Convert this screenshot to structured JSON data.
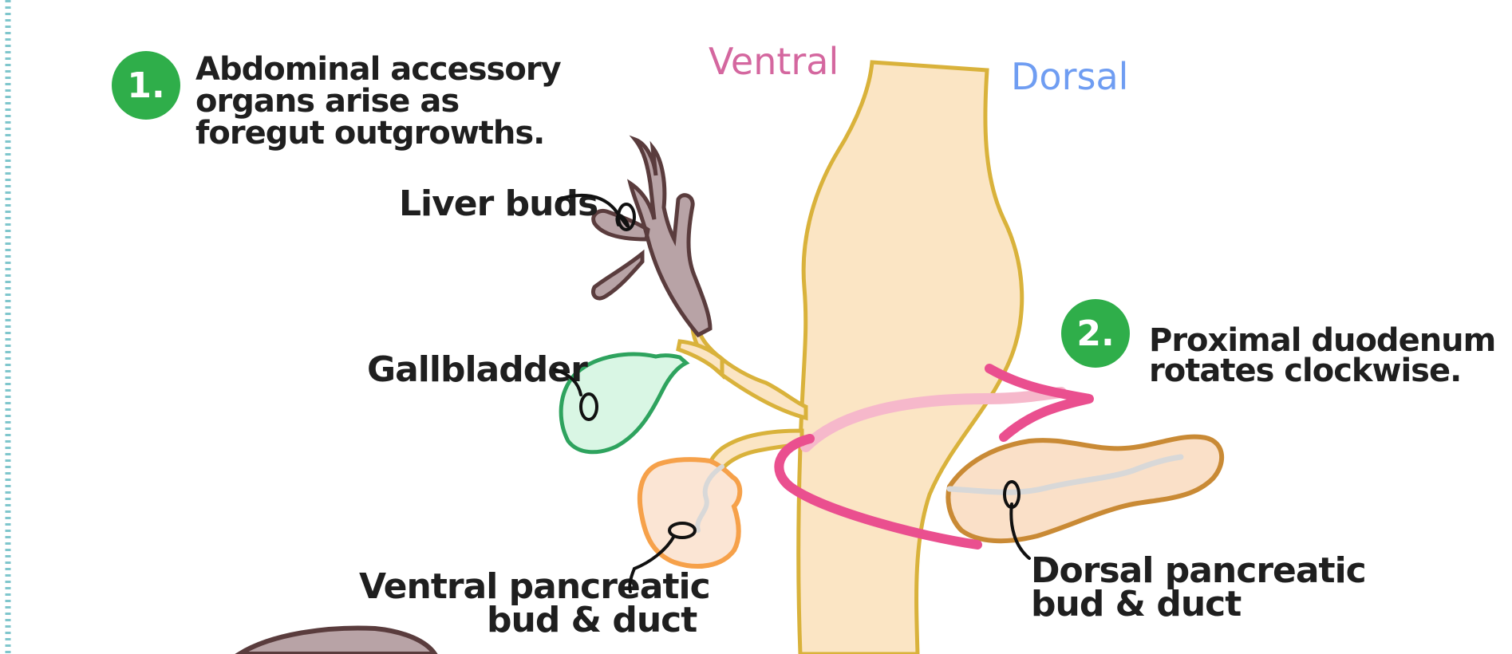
{
  "colors": {
    "ventral": "#d4679f",
    "dorsal": "#6f9df2",
    "step_badge": "#2fae4a",
    "gut_fill": "#fbe5c4",
    "gut_outline": "#d9b23b",
    "liver": "#b8a3a6",
    "liver_outline": "#5a3c3d",
    "gallbladder": "#d9f6e4",
    "gallbladder_outline": "#2ea35e",
    "ventral_pancreas": "#fbe5d4",
    "ventral_pancreas_outline": "#f6a14a",
    "dorsal_pancreas": "#fae0c8",
    "dorsal_pancreas_outline": "#c98a35",
    "rotation_arrow": "#ea4f8f",
    "border_dots": "#7fc6cc"
  },
  "orientation": {
    "ventral": "Ventral",
    "dorsal": "Dorsal"
  },
  "steps": [
    {
      "number": "1.",
      "lines": [
        "Abdominal accessory",
        "organs arise as",
        "foregut outgrowths."
      ]
    },
    {
      "number": "2.",
      "lines": [
        "Proximal duodenum",
        "rotates clockwise."
      ]
    }
  ],
  "labels": {
    "liver_buds": "Liver buds",
    "gallbladder": "Gallbladder",
    "ventral_pancreatic": [
      "Ventral pancreatic",
      "bud & duct"
    ],
    "dorsal_pancreatic": [
      "Dorsal pancreatic",
      "bud & duct"
    ]
  }
}
